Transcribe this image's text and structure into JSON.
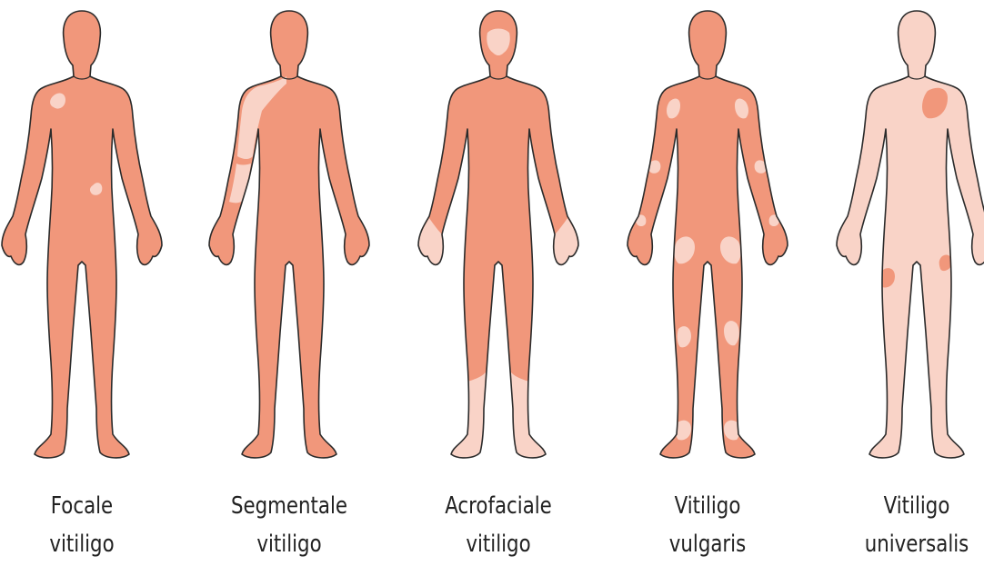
{
  "colors": {
    "skin": "#f1977b",
    "depigmented": "#f9d3c7",
    "outline": "#2b2b2b"
  },
  "figures": [
    {
      "id": "focale",
      "line1": "Focale",
      "line2": "vitiligo",
      "base": "skin",
      "patches": [
        "chest-left-small",
        "abdomen-right-small"
      ]
    },
    {
      "id": "segmentale",
      "line1": "Segmentale",
      "line2": "vitiligo",
      "base": "skin",
      "patches": [
        "left-shoulder-segment",
        "left-arm-segment"
      ]
    },
    {
      "id": "acrofaciale",
      "line1": "Acrofaciale",
      "line2": "vitiligo",
      "base": "skin",
      "patches": [
        "face",
        "hands",
        "feet"
      ]
    },
    {
      "id": "vulgaris",
      "line1": "Vitiligo",
      "line2": "vulgaris",
      "base": "skin",
      "patches": [
        "shoulders",
        "elbows",
        "wrists",
        "thighs",
        "knees",
        "ankles"
      ]
    },
    {
      "id": "universalis",
      "line1": "Vitiligo",
      "line2": "universalis",
      "base": "depigmented",
      "patches": [
        "chest-residual-pigment",
        "thigh-residual-pigment"
      ]
    }
  ]
}
